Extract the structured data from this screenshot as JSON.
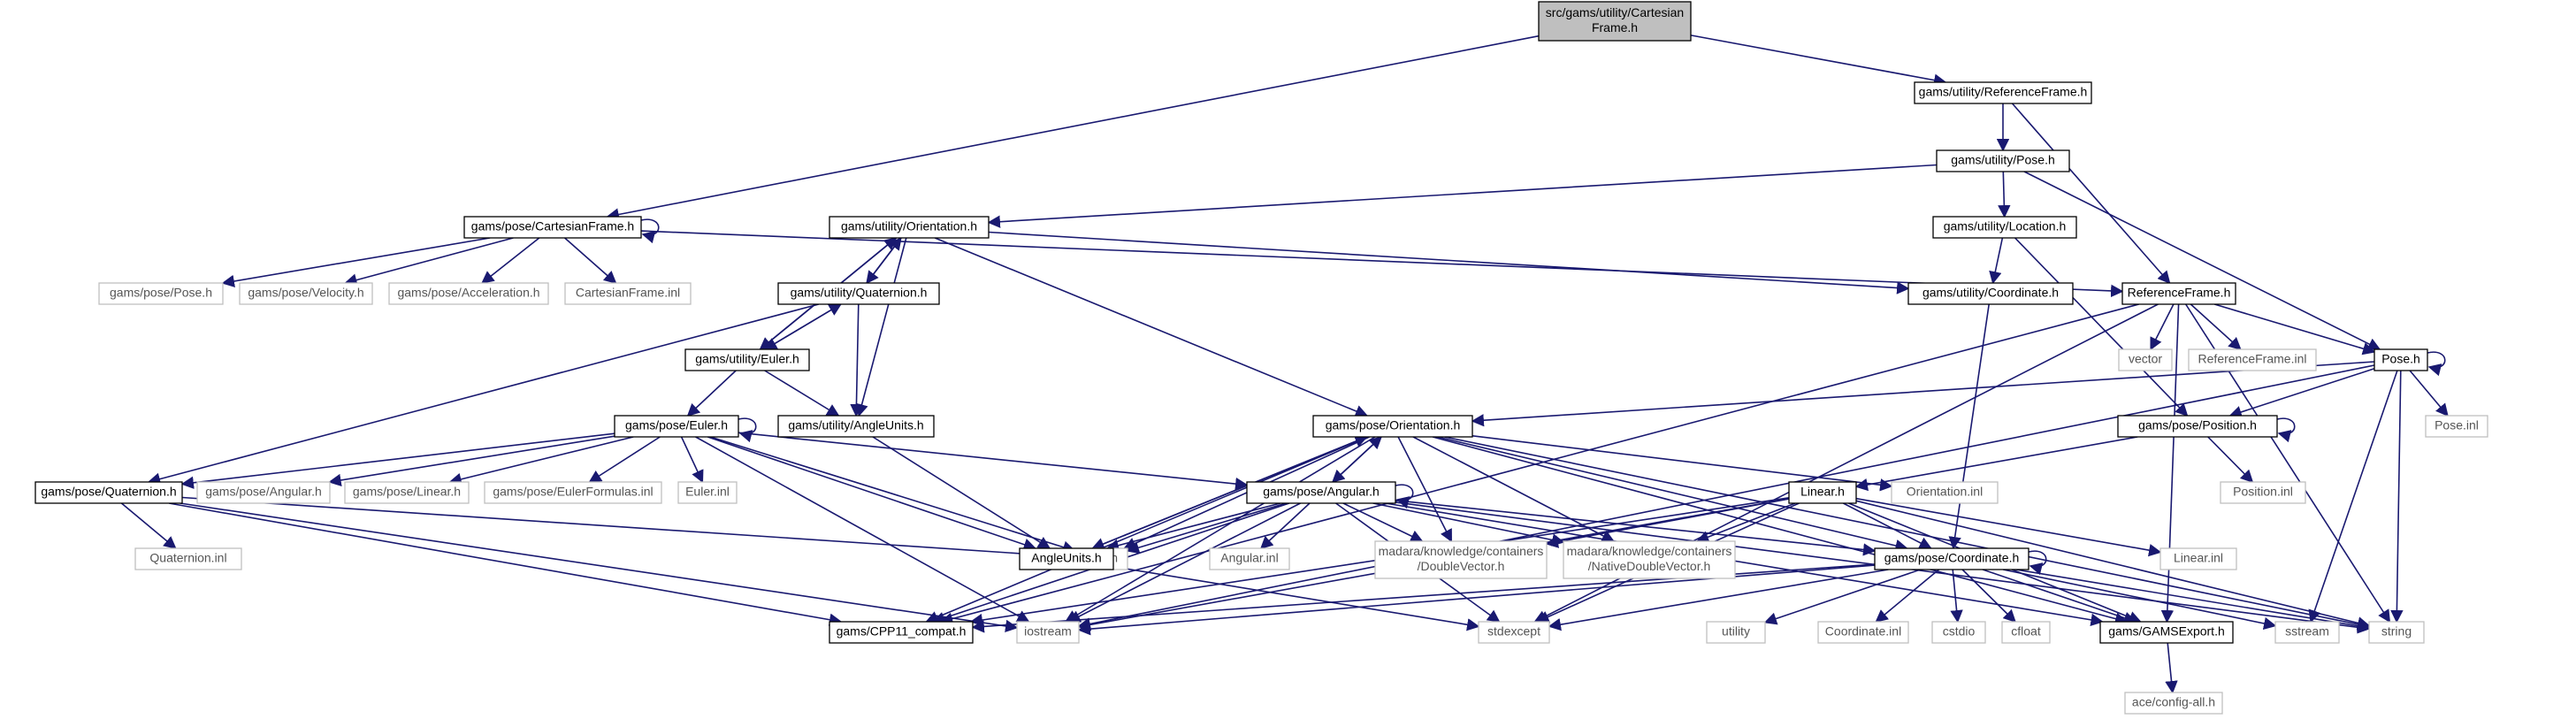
{
  "colors": {
    "edge": "#191970",
    "root_fill": "#bfbfbf",
    "node_border": "#000000",
    "external_border": "#bfbfbf",
    "text": "#000000",
    "external_text": "#555555"
  },
  "nodes": {
    "root": {
      "label": [
        "src/gams/utility/Cartesian",
        "Frame.h"
      ],
      "kind": "root"
    },
    "util_refframe": {
      "label": [
        "gams/utility/ReferenceFrame.h"
      ],
      "kind": "node"
    },
    "util_pose": {
      "label": [
        "gams/utility/Pose.h"
      ],
      "kind": "node"
    },
    "pose_cartframe": {
      "label": [
        "gams/pose/CartesianFrame.h"
      ],
      "kind": "node"
    },
    "util_orient": {
      "label": [
        "gams/utility/Orientation.h"
      ],
      "kind": "node"
    },
    "util_location": {
      "label": [
        "gams/utility/Location.h"
      ],
      "kind": "node"
    },
    "pose_pose_ext": {
      "label": [
        "gams/pose/Pose.h"
      ],
      "kind": "external"
    },
    "pose_velocity": {
      "label": [
        "gams/pose/Velocity.h"
      ],
      "kind": "external"
    },
    "pose_accel": {
      "label": [
        "gams/pose/Acceleration.h"
      ],
      "kind": "external"
    },
    "cartframe_inl": {
      "label": [
        "CartesianFrame.inl"
      ],
      "kind": "external"
    },
    "util_quat": {
      "label": [
        "gams/utility/Quaternion.h"
      ],
      "kind": "node"
    },
    "util_coord": {
      "label": [
        "gams/utility/Coordinate.h"
      ],
      "kind": "node"
    },
    "refframe_h": {
      "label": [
        "ReferenceFrame.h"
      ],
      "kind": "node"
    },
    "vector": {
      "label": [
        "vector"
      ],
      "kind": "external"
    },
    "refframe_inl": {
      "label": [
        "ReferenceFrame.inl"
      ],
      "kind": "external"
    },
    "pose_h": {
      "label": [
        "Pose.h"
      ],
      "kind": "node"
    },
    "util_euler": {
      "label": [
        "gams/utility/Euler.h"
      ],
      "kind": "node"
    },
    "pose_euler": {
      "label": [
        "gams/pose/Euler.h"
      ],
      "kind": "node"
    },
    "util_angleunits": {
      "label": [
        "gams/utility/AngleUnits.h"
      ],
      "kind": "node"
    },
    "pose_orient": {
      "label": [
        "gams/pose/Orientation.h"
      ],
      "kind": "node"
    },
    "pose_position": {
      "label": [
        "gams/pose/Position.h"
      ],
      "kind": "node"
    },
    "pose_inl": {
      "label": [
        "Pose.inl"
      ],
      "kind": "external"
    },
    "pose_quat": {
      "label": [
        "gams/pose/Quaternion.h"
      ],
      "kind": "node"
    },
    "pose_angular_ext": {
      "label": [
        "gams/pose/Angular.h"
      ],
      "kind": "external"
    },
    "pose_linear_ext": {
      "label": [
        "gams/pose/Linear.h"
      ],
      "kind": "external"
    },
    "pose_eulerformulas": {
      "label": [
        "gams/pose/EulerFormulas.inl"
      ],
      "kind": "external"
    },
    "euler_inl": {
      "label": [
        "Euler.inl"
      ],
      "kind": "external"
    },
    "pose_angular": {
      "label": [
        "gams/pose/Angular.h"
      ],
      "kind": "node"
    },
    "orient_inl": {
      "label": [
        "Orientation.inl"
      ],
      "kind": "external"
    },
    "linear_h": {
      "label": [
        "Linear.h"
      ],
      "kind": "node"
    },
    "position_inl": {
      "label": [
        "Position.inl"
      ],
      "kind": "external"
    },
    "quat_inl": {
      "label": [
        "Quaternion.inl"
      ],
      "kind": "external"
    },
    "cmath": {
      "label": [
        "cmath"
      ],
      "kind": "external"
    },
    "angleunits_h": {
      "label": [
        "AngleUnits.h"
      ],
      "kind": "node"
    },
    "angular_inl": {
      "label": [
        "Angular.inl"
      ],
      "kind": "external"
    },
    "doublevector": {
      "label": [
        "madara/knowledge/containers",
        "/DoubleVector.h"
      ],
      "kind": "external"
    },
    "nativedoublevector": {
      "label": [
        "madara/knowledge/containers",
        "/NativeDoubleVector.h"
      ],
      "kind": "external"
    },
    "pose_coord": {
      "label": [
        "gams/pose/Coordinate.h"
      ],
      "kind": "node"
    },
    "linear_inl": {
      "label": [
        "Linear.inl"
      ],
      "kind": "external"
    },
    "cpp11": {
      "label": [
        "gams/CPP11_compat.h"
      ],
      "kind": "node"
    },
    "iostream": {
      "label": [
        "iostream"
      ],
      "kind": "external"
    },
    "stdexcept": {
      "label": [
        "stdexcept"
      ],
      "kind": "external"
    },
    "utility": {
      "label": [
        "utility"
      ],
      "kind": "external"
    },
    "coord_inl": {
      "label": [
        "Coordinate.inl"
      ],
      "kind": "external"
    },
    "cstdio": {
      "label": [
        "cstdio"
      ],
      "kind": "external"
    },
    "cfloat": {
      "label": [
        "cfloat"
      ],
      "kind": "external"
    },
    "gamsexport": {
      "label": [
        "gams/GAMSExport.h"
      ],
      "kind": "node"
    },
    "sstream": {
      "label": [
        "sstream"
      ],
      "kind": "external"
    },
    "string": {
      "label": [
        "string"
      ],
      "kind": "external"
    },
    "ace_config": {
      "label": [
        "ace/config-all.h"
      ],
      "kind": "external"
    }
  }
}
